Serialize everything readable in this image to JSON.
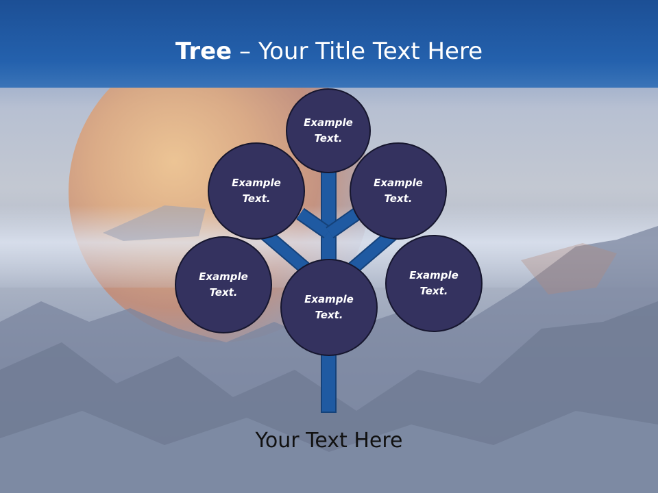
{
  "title": {
    "bold": "Tree",
    "dash": " – ",
    "rest": "Your Title Text Here"
  },
  "nodes": [
    {
      "label_line1": "Example",
      "label_line2": "Text."
    },
    {
      "label_line1": "Example",
      "label_line2": "Text."
    },
    {
      "label_line1": "Example",
      "label_line2": "Text."
    },
    {
      "label_line1": "Example",
      "label_line2": "Text."
    },
    {
      "label_line1": "Example",
      "label_line2": "Text."
    },
    {
      "label_line1": "Example",
      "label_line2": "Text."
    }
  ],
  "footer": "Your Text Here",
  "colors": {
    "node_fill": "#34325f",
    "branch": "#1f5aa2",
    "title_band": "#2461ad"
  }
}
